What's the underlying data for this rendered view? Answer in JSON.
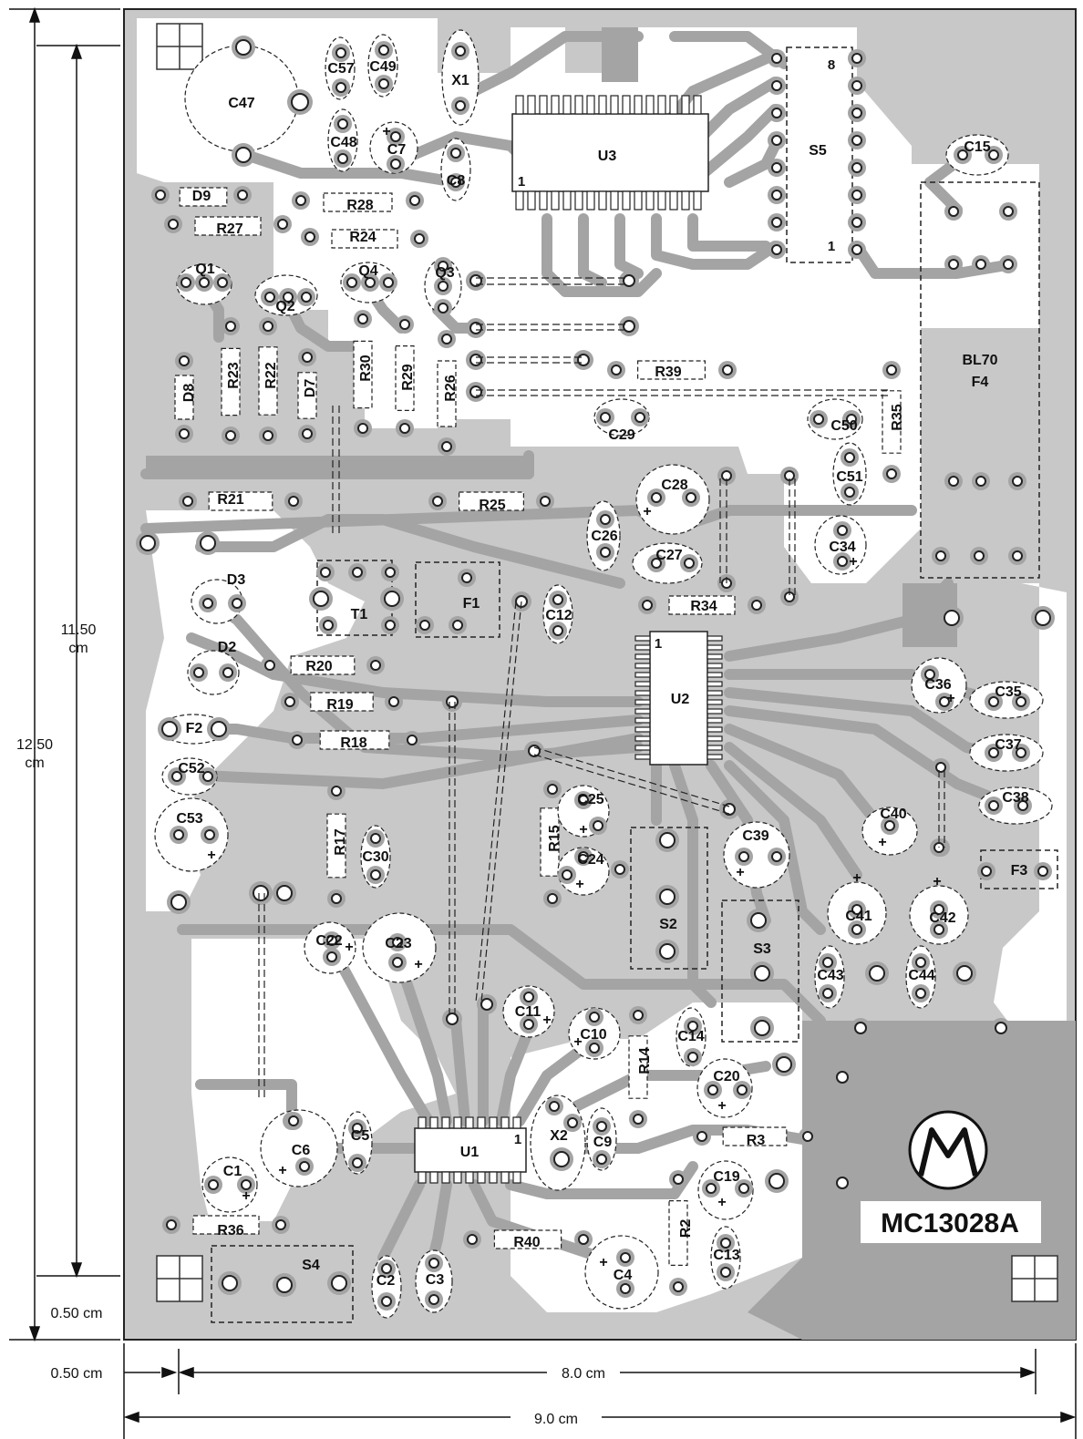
{
  "dimensions": {
    "outer_height": "12.50\ncm",
    "inner_height": "11.50\ncm",
    "bottom_margin": "0.50 cm",
    "left_margin": "0.50 cm",
    "inner_width": "8.0 cm",
    "outer_width": "9.0 cm"
  },
  "part_number": "MC13028A",
  "logo": "motorola-batwing-logo",
  "labels": {
    "C47": "C47",
    "C57": "C57",
    "C49": "C49",
    "X1": "X1",
    "U3": "U3",
    "S5": "S5",
    "C15": "C15",
    "C48": "C48",
    "C7": "C7",
    "C8": "C8",
    "D9": "D9",
    "R28": "R28",
    "R27": "R27",
    "R24": "R24",
    "Q1": "Q1",
    "Q2": "Q2",
    "Q4": "Q4",
    "Q3": "Q3",
    "D8": "D8",
    "R23": "R23",
    "R22": "R22",
    "D7": "D7",
    "R30": "R30",
    "R29": "R29",
    "R26": "R26",
    "R39": "R39",
    "C29": "C29",
    "C50": "C50",
    "R35": "R35",
    "BL70": "BL70",
    "F4": "F4",
    "R21": "R21",
    "R25": "R25",
    "C28": "C28",
    "C51": "C51",
    "C26": "C26",
    "C27": "C27",
    "C34": "C34",
    "D3": "D3",
    "T1": "T1",
    "F1": "F1",
    "C12": "C12",
    "R34": "R34",
    "D2": "D2",
    "R20": "R20",
    "U2": "U2",
    "C36": "C36",
    "C35": "C35",
    "R19": "R19",
    "F2": "F2",
    "R18": "R18",
    "C37": "C37",
    "C52": "C52",
    "C38": "C38",
    "C53": "C53",
    "R17": "R17",
    "C30": "C30",
    "C25": "C25",
    "R15": "R15",
    "C24": "C24",
    "C40": "C40",
    "C39": "C39",
    "F3": "F3",
    "C22": "C22",
    "C23": "C23",
    "S2": "S2",
    "C41": "C41",
    "C42": "C42",
    "S3": "S3",
    "C43": "C43",
    "C44": "C44",
    "C11": "C11",
    "C10": "C10",
    "C14": "C14",
    "R14": "R14",
    "C20": "C20",
    "C6": "C6",
    "C5": "C5",
    "X2": "X2",
    "C9": "C9",
    "U1": "U1",
    "R3": "R3",
    "C1": "C1",
    "C19": "C19",
    "R36": "R36",
    "R2": "R2",
    "C13": "C13",
    "S4": "S4",
    "R40": "R40",
    "C4": "C4",
    "C2": "C2",
    "C3": "C3"
  },
  "pin_markers": {
    "u3_pin1": "1",
    "s5_pin1": "1",
    "s5_pin8": "8",
    "u2_pin1": "1",
    "u1_pin1": "1"
  },
  "polarity": "+",
  "colors": {
    "board": "#c8c8c8",
    "copper": "#a4a4a4",
    "ink": "#111111"
  }
}
